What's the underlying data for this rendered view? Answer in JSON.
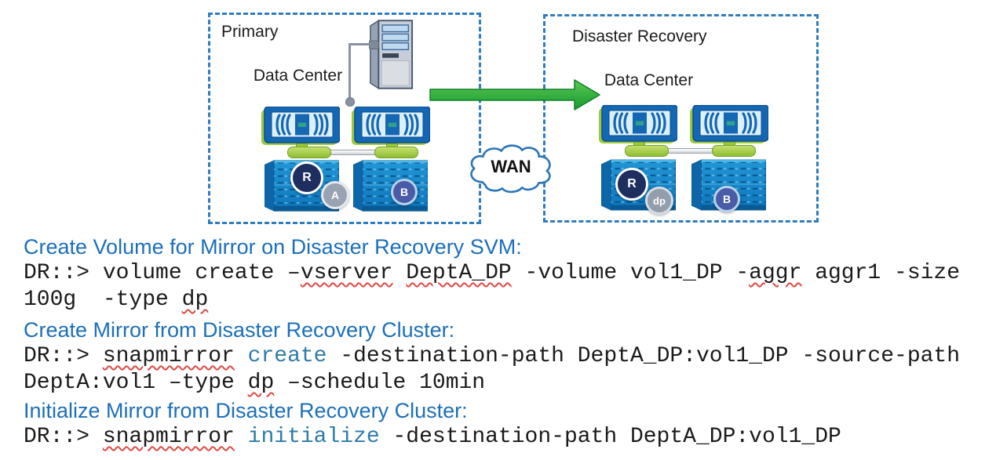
{
  "diagram": {
    "primary": {
      "title1": "Primary",
      "title2": "Data Center",
      "badges": {
        "r": "R",
        "a": "A",
        "b": "B"
      }
    },
    "dr": {
      "title1": "Disaster Recovery",
      "title2": "Data Center",
      "badges": {
        "r": "R",
        "dp": "dp",
        "b": "B"
      }
    },
    "wan": "WAN",
    "icons": [
      "server-icon",
      "storage-controller-icon",
      "disk-shelf-icon",
      "wan-cloud-icon",
      "replication-arrow-icon"
    ]
  },
  "sections": [
    {
      "heading": "Create Volume for Mirror on Disaster Recovery SVM:",
      "lines": [
        [
          {
            "t": "DR::> volume create –"
          },
          {
            "t": "vserver",
            "s": "sq"
          },
          {
            "t": " "
          },
          {
            "t": "DeptA_DP",
            "s": "sq"
          },
          {
            "t": " -volume vol1_DP -"
          },
          {
            "t": "aggr",
            "s": "sq"
          },
          {
            "t": " aggr1 -size"
          }
        ],
        [
          {
            "t": "100g  -type "
          },
          {
            "t": "dp",
            "s": "sq"
          }
        ]
      ]
    },
    {
      "heading": "Create Mirror from Disaster Recovery Cluster:",
      "lines": [
        [
          {
            "t": "DR::> "
          },
          {
            "t": "snapmirror",
            "s": "sq"
          },
          {
            "t": " "
          },
          {
            "t": "create",
            "s": "verb"
          },
          {
            "t": " -destination-path DeptA_DP:vol1_DP -source-path"
          }
        ],
        [
          {
            "t": "DeptA:vol1 –type "
          },
          {
            "t": "dp",
            "s": "sq"
          },
          {
            "t": " –schedule 10min"
          }
        ]
      ]
    },
    {
      "heading": "Initialize Mirror from Disaster Recovery Cluster:",
      "lines": [
        [
          {
            "t": "DR::> "
          },
          {
            "t": "snapmirror",
            "s": "sq"
          },
          {
            "t": " "
          },
          {
            "t": "initialize",
            "s": "verb"
          },
          {
            "t": " -destination-path DeptA_DP:vol1_DP"
          }
        ]
      ]
    }
  ],
  "colors": {
    "heading-blue": "#1C6FBA",
    "verb-blue": "#2E7CA8",
    "squiggle-red": "#E04A45",
    "box-border": "#2F7CC0",
    "arrow-green": "#23A338",
    "controller-blue": "#1467B2",
    "shelf-blue": "#1689CA",
    "lime-green": "#9BC83C"
  }
}
